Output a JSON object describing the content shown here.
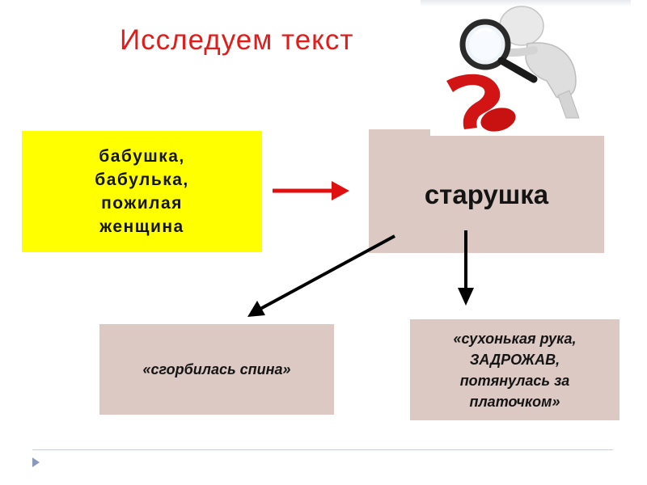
{
  "title": "Исследуем текст",
  "source_box": "бабушка,\nбабулька,\nпожилая\nженщина",
  "center_box": "старушка",
  "left_box": "«сгорбилась спина»",
  "right_box": "«сухонькая рука,\nЗАДРОЖАВ,\nпотянулась за\nплаточком»",
  "colors": {
    "title": "#e21b1b",
    "source_box_bg": "#ffff00",
    "box_bg": "#dcc9c3",
    "arrow_red": "#e01010",
    "arrow_black": "#000000"
  },
  "icons": [
    "magnifier-figure-icon",
    "question-mark-icon",
    "nav-triangle-icon"
  ]
}
